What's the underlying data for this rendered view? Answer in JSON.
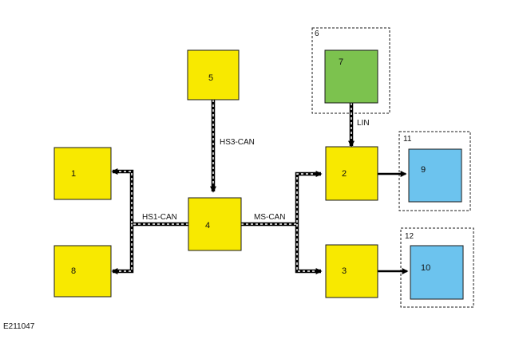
{
  "figure_id": "E211047",
  "colors": {
    "module": "#f8e900",
    "green_module": "#7cc24e",
    "blue_module": "#6cc3ee",
    "outline": "#1a1a1a",
    "bus": "#000000",
    "bus_dash": "#ffffff"
  },
  "modules": {
    "m1": "1",
    "m2": "2",
    "m3": "3",
    "m4": "4",
    "m5": "5",
    "m7": "7",
    "m8": "8",
    "m9": "9",
    "m10": "10"
  },
  "groups": {
    "g6": "6",
    "g11": "11",
    "g12": "12"
  },
  "buses": {
    "hs3": "HS3-CAN",
    "hs1": "HS1-CAN",
    "ms": "MS-CAN",
    "lin": "LIN"
  }
}
